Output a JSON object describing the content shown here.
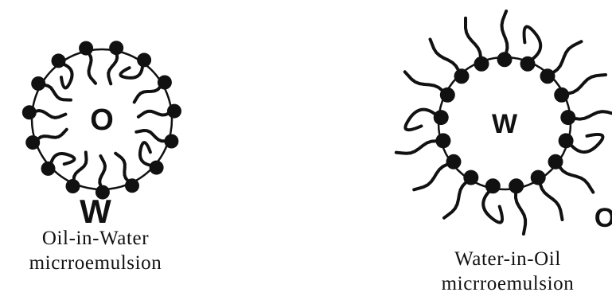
{
  "diagrams": [
    {
      "id": "oil-in-water",
      "inner_label": "O",
      "outer_label": "W",
      "caption_line1": "Oil-in-Water",
      "caption_line2": "micrroemulsion"
    },
    {
      "id": "water-in-oil",
      "inner_label": "W",
      "outer_label": "O",
      "caption_line1": "Water-in-Oil",
      "caption_line2": "micrroemulsion"
    }
  ],
  "colors": {
    "ink": "#111111",
    "background": "#ffffff"
  }
}
